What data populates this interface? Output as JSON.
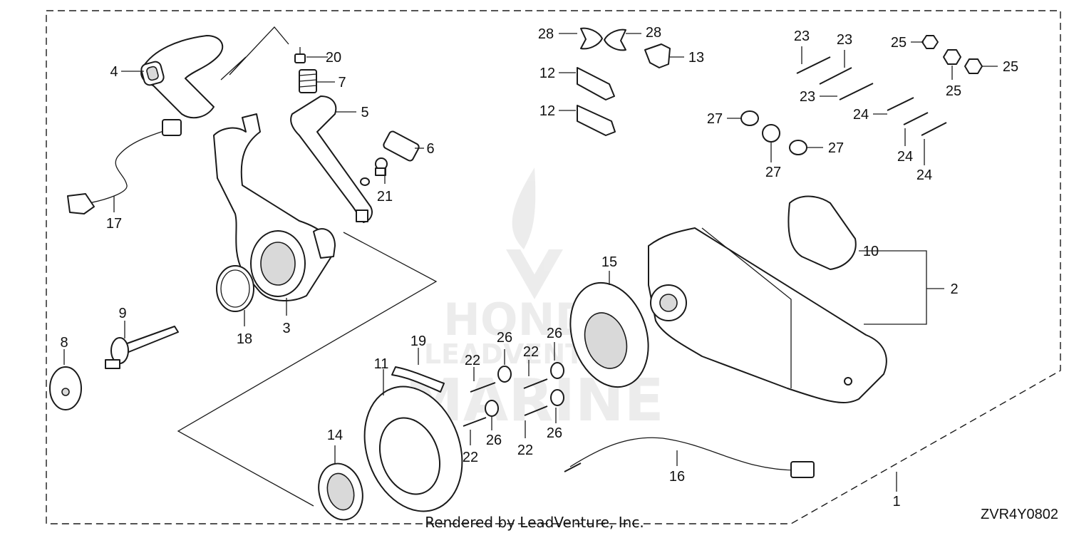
{
  "diagram": {
    "callouts": {
      "c1": "1",
      "c2": "2",
      "c3": "3",
      "c4": "4",
      "c5": "5",
      "c6": "6",
      "c7": "7",
      "c8": "8",
      "c9": "9",
      "c10": "10",
      "c11": "11",
      "c12a": "12",
      "c12b": "12",
      "c13": "13",
      "c14": "14",
      "c15": "15",
      "c16": "16",
      "c17": "17",
      "c18": "18",
      "c19": "19",
      "c20": "20",
      "c21": "21",
      "c22a": "22",
      "c22b": "22",
      "c22c": "22",
      "c22d": "22",
      "c23a": "23",
      "c23b": "23",
      "c23c": "23",
      "c24a": "24",
      "c24b": "24",
      "c24c": "24",
      "c25a": "25",
      "c25b": "25",
      "c25c": "25",
      "c26a": "26",
      "c26b": "26",
      "c26c": "26",
      "c26d": "26",
      "c27a": "27",
      "c27b": "27",
      "c27c": "27",
      "c28a": "28",
      "c28b": "28"
    },
    "footer": {
      "credit": "Rendered by LeadVenture, Inc.",
      "code": "ZVR4Y0802"
    },
    "watermark": {
      "line1": "HONDA",
      "line2": "LEADVENTURE",
      "line3": "MARINE"
    }
  }
}
